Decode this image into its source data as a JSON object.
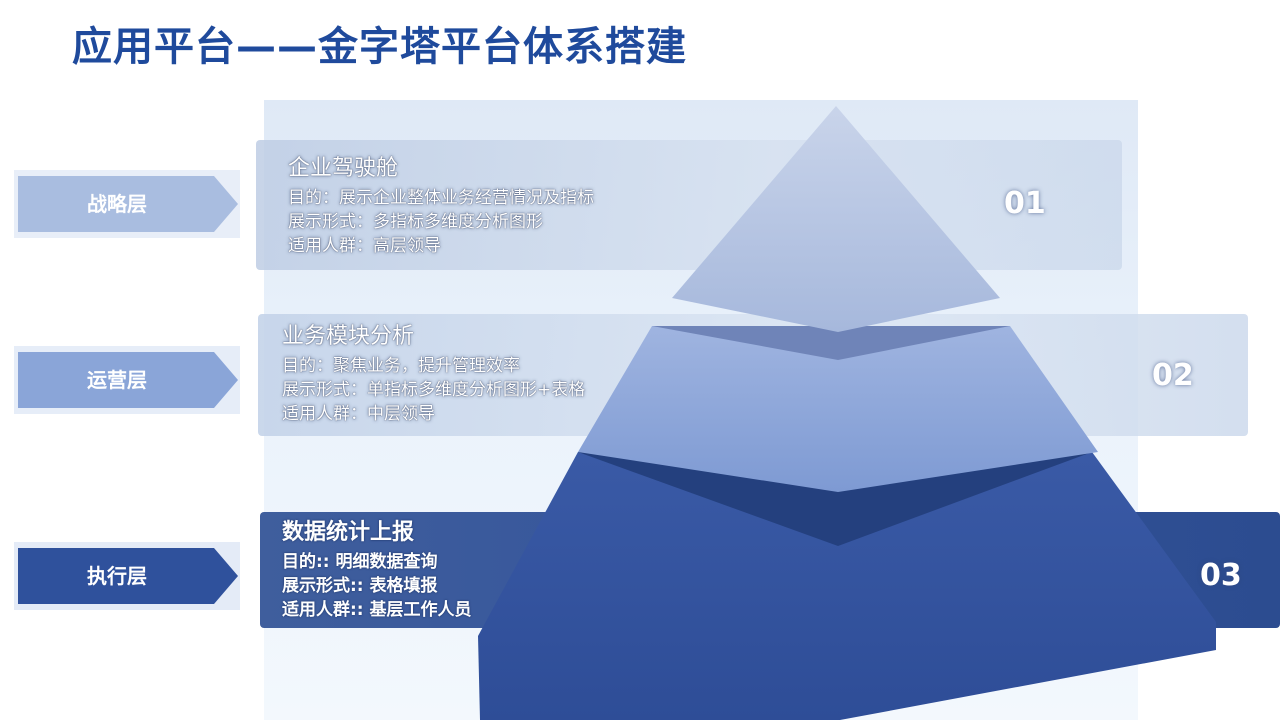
{
  "title": "应用平台——金字塔平台体系搭建",
  "layers": [
    {
      "tag": "战略层",
      "heading": "企业驾驶舱",
      "purpose": "目的：展示企业整体业务经营情况及指标",
      "format": "展示形式：多指标多维度分析图形",
      "audience": "适用人群：高层领导",
      "number": "01",
      "color": "#b4c4e0"
    },
    {
      "tag": "运营层",
      "heading": "业务模块分析",
      "purpose": "目的：聚焦业务，提升管理效率",
      "format": "展示形式：单指标多维度分析图形+表格",
      "audience": "适用人群：中层领导",
      "number": "02",
      "color": "#8da7da"
    },
    {
      "tag": "执行层",
      "heading": "数据统计上报",
      "purpose": "目的:: 明细数据查询",
      "format": "展示形式:: 表格填报",
      "audience": "适用人群:: 基层工作人员",
      "number": "03",
      "color": "#3554a0"
    }
  ]
}
